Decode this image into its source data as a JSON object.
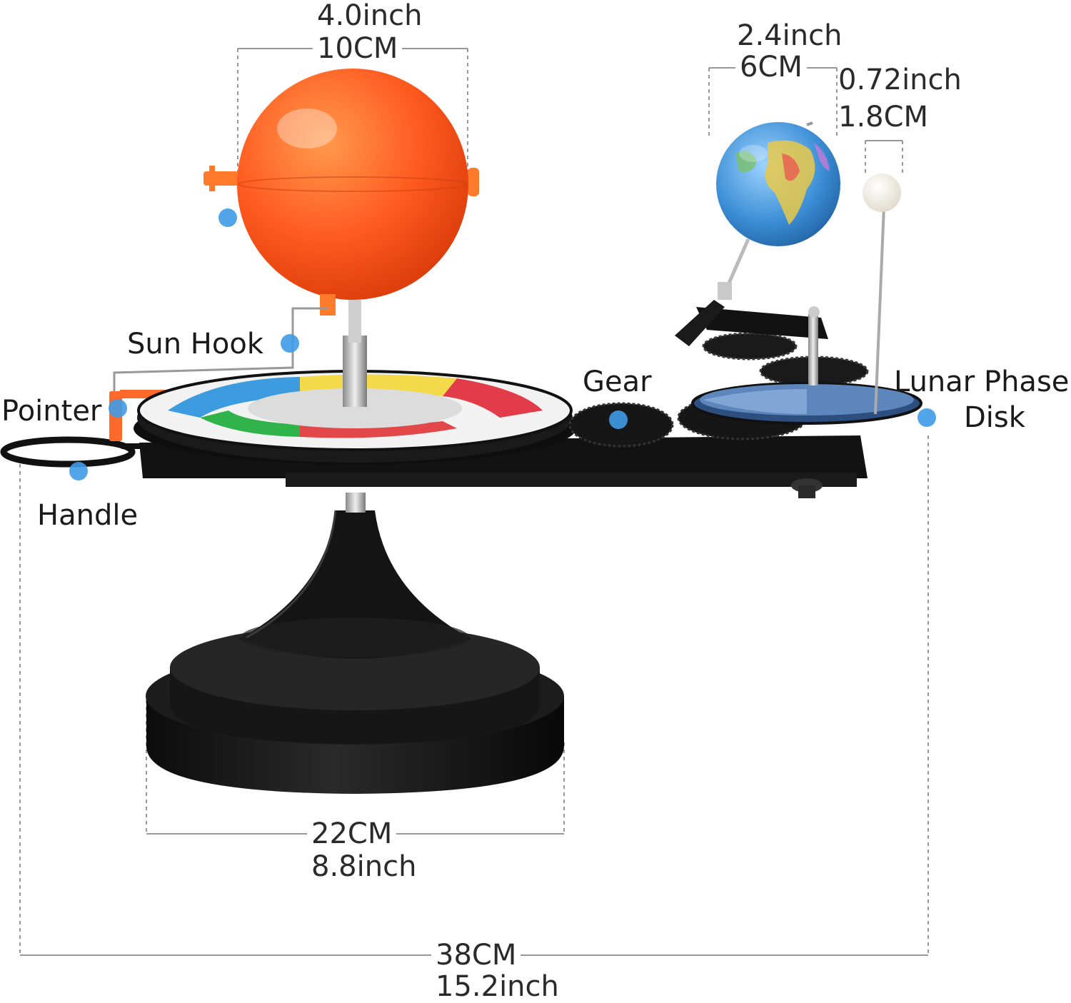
{
  "dimensions": {
    "sun": {
      "inch": "4.0inch",
      "cm": "10CM"
    },
    "earth": {
      "inch": "2.4inch",
      "cm": "6CM"
    },
    "moon": {
      "inch": "0.72inch",
      "cm": "1.8CM"
    },
    "base": {
      "cm": "22CM",
      "inch": "8.8inch"
    },
    "total": {
      "cm": "38CM",
      "inch": "15.2inch"
    }
  },
  "labels": {
    "sun_hook": "Sun Hook",
    "pointer": "Pointer",
    "handle": "Handle",
    "gear": "Gear",
    "lunar_phase_disk_line1": "Lunar Phase",
    "lunar_phase_disk_line2": "Disk"
  },
  "colors": {
    "sun": "#ff5a1f",
    "earth_ocean": "#3d8fd6",
    "moon": "#f4f1e6",
    "body": "#141414",
    "marker": "#3f9be6"
  }
}
